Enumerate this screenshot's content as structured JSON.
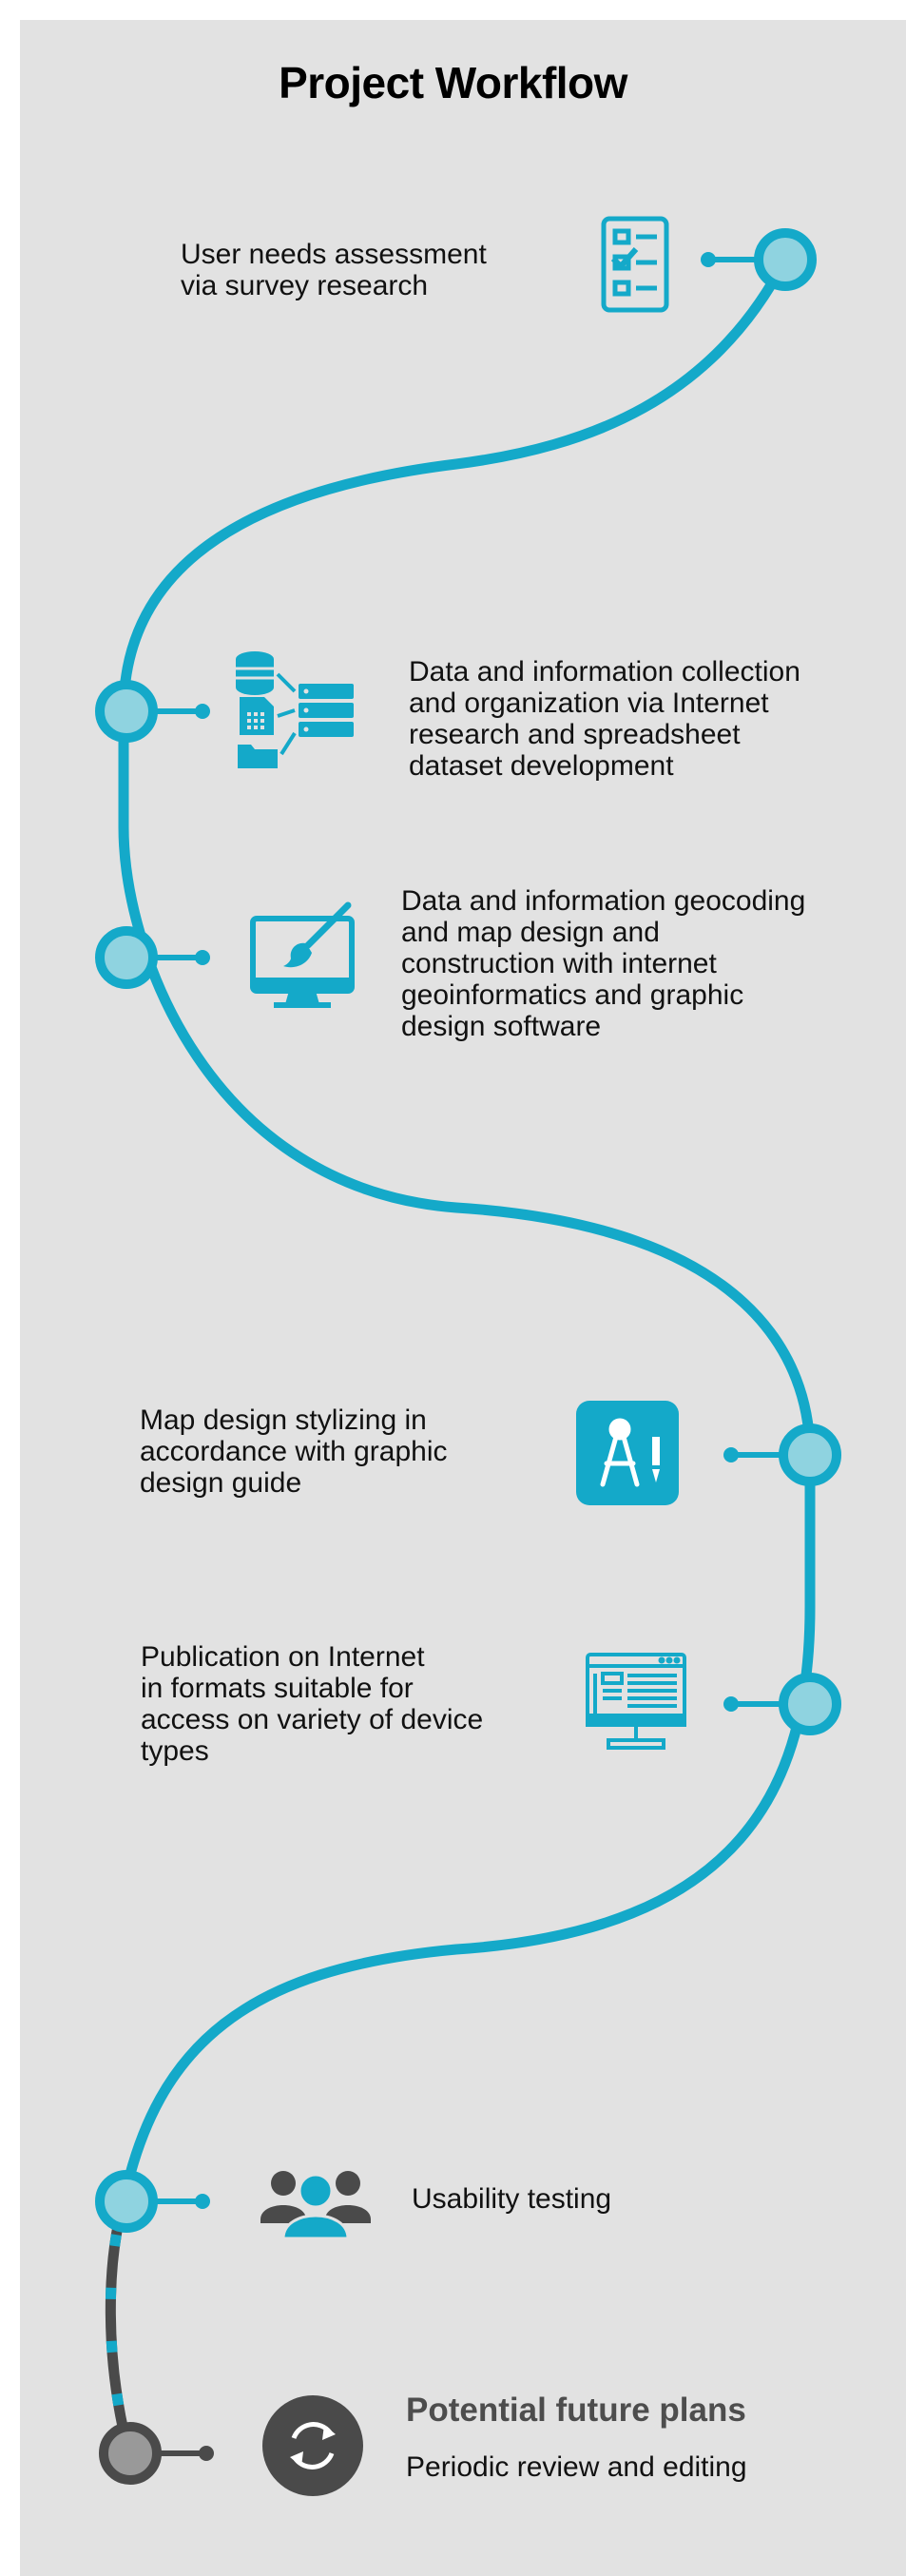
{
  "title": "Project Workflow",
  "steps": [
    {
      "text": "User needs assessment\nvia survey research",
      "icon": "checklist-icon"
    },
    {
      "text": "Data and information collection\nand organization via Internet\nresearch and spreadsheet\ndataset development",
      "icon": "data-organization-icon"
    },
    {
      "text": "Data and information geocoding\nand map design and\nconstruction with internet\ngeoinformatics and graphic\ndesign software",
      "icon": "monitor-paintbrush-icon"
    },
    {
      "text": "Map design stylizing in\naccordance with graphic\ndesign guide",
      "icon": "compass-design-icon"
    },
    {
      "text": "Publication on Internet\nin formats suitable for\naccess on variety of device\ntypes",
      "icon": "web-monitor-icon"
    },
    {
      "text": "Usability testing",
      "icon": "users-group-icon"
    }
  ],
  "future": {
    "heading": "Potential future plans",
    "text": "Periodic review and editing",
    "icon": "refresh-icon"
  },
  "colors": {
    "accent": "#14a9c9",
    "node_fill": "#8fd3e0",
    "dark": "#4a4a4a",
    "panel": "#e2e2e2"
  }
}
